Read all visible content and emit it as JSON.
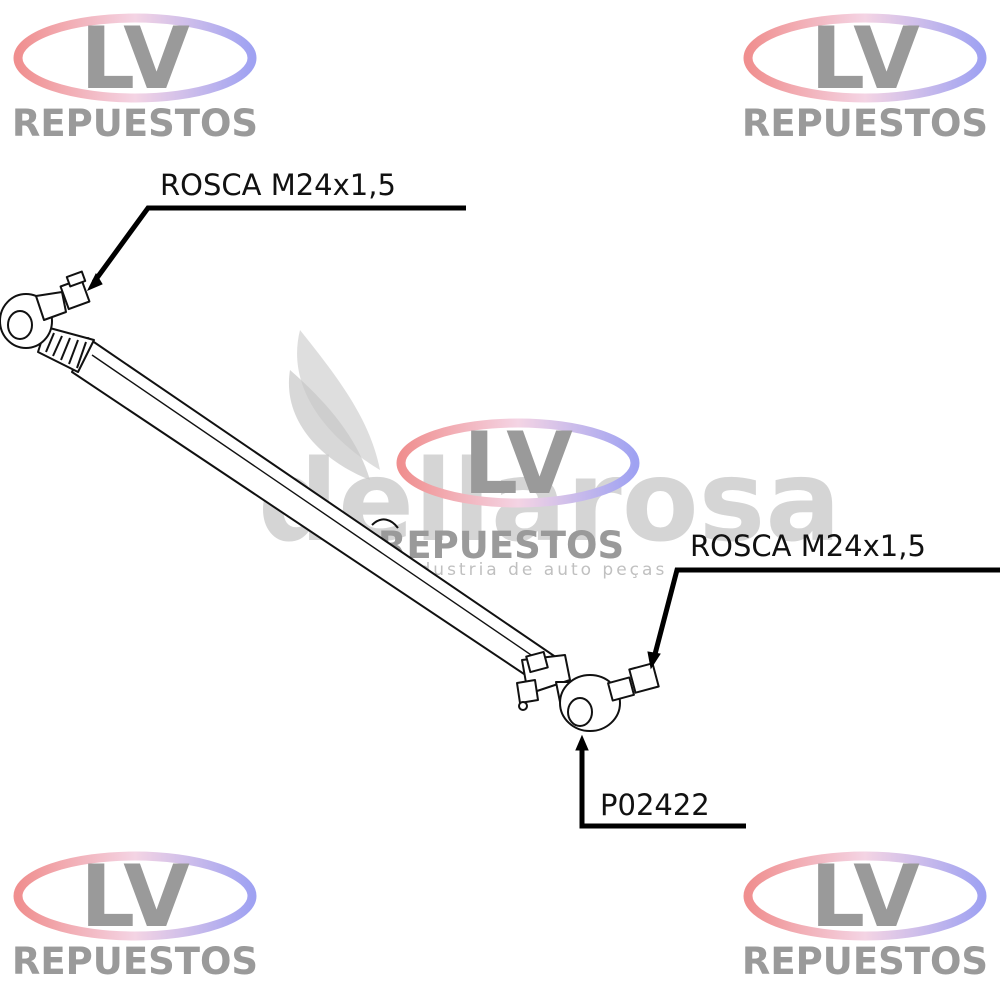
{
  "watermarks": {
    "lv": "LV",
    "repuestos": "REPUESTOS",
    "brand": "dellarosa",
    "brand_tagline": "industria de auto peças",
    "colors": {
      "red": "#f0a0a0",
      "blue": "#a8a8f0",
      "gray": "#9a9a9a"
    }
  },
  "callouts": {
    "thread_left": "ROSCA M24x1,5",
    "thread_right": "ROSCA M24x1,5",
    "part_number": "P02422"
  },
  "icons": [
    "lv-logo",
    "tie-rod-drawing",
    "leader-arrow"
  ]
}
